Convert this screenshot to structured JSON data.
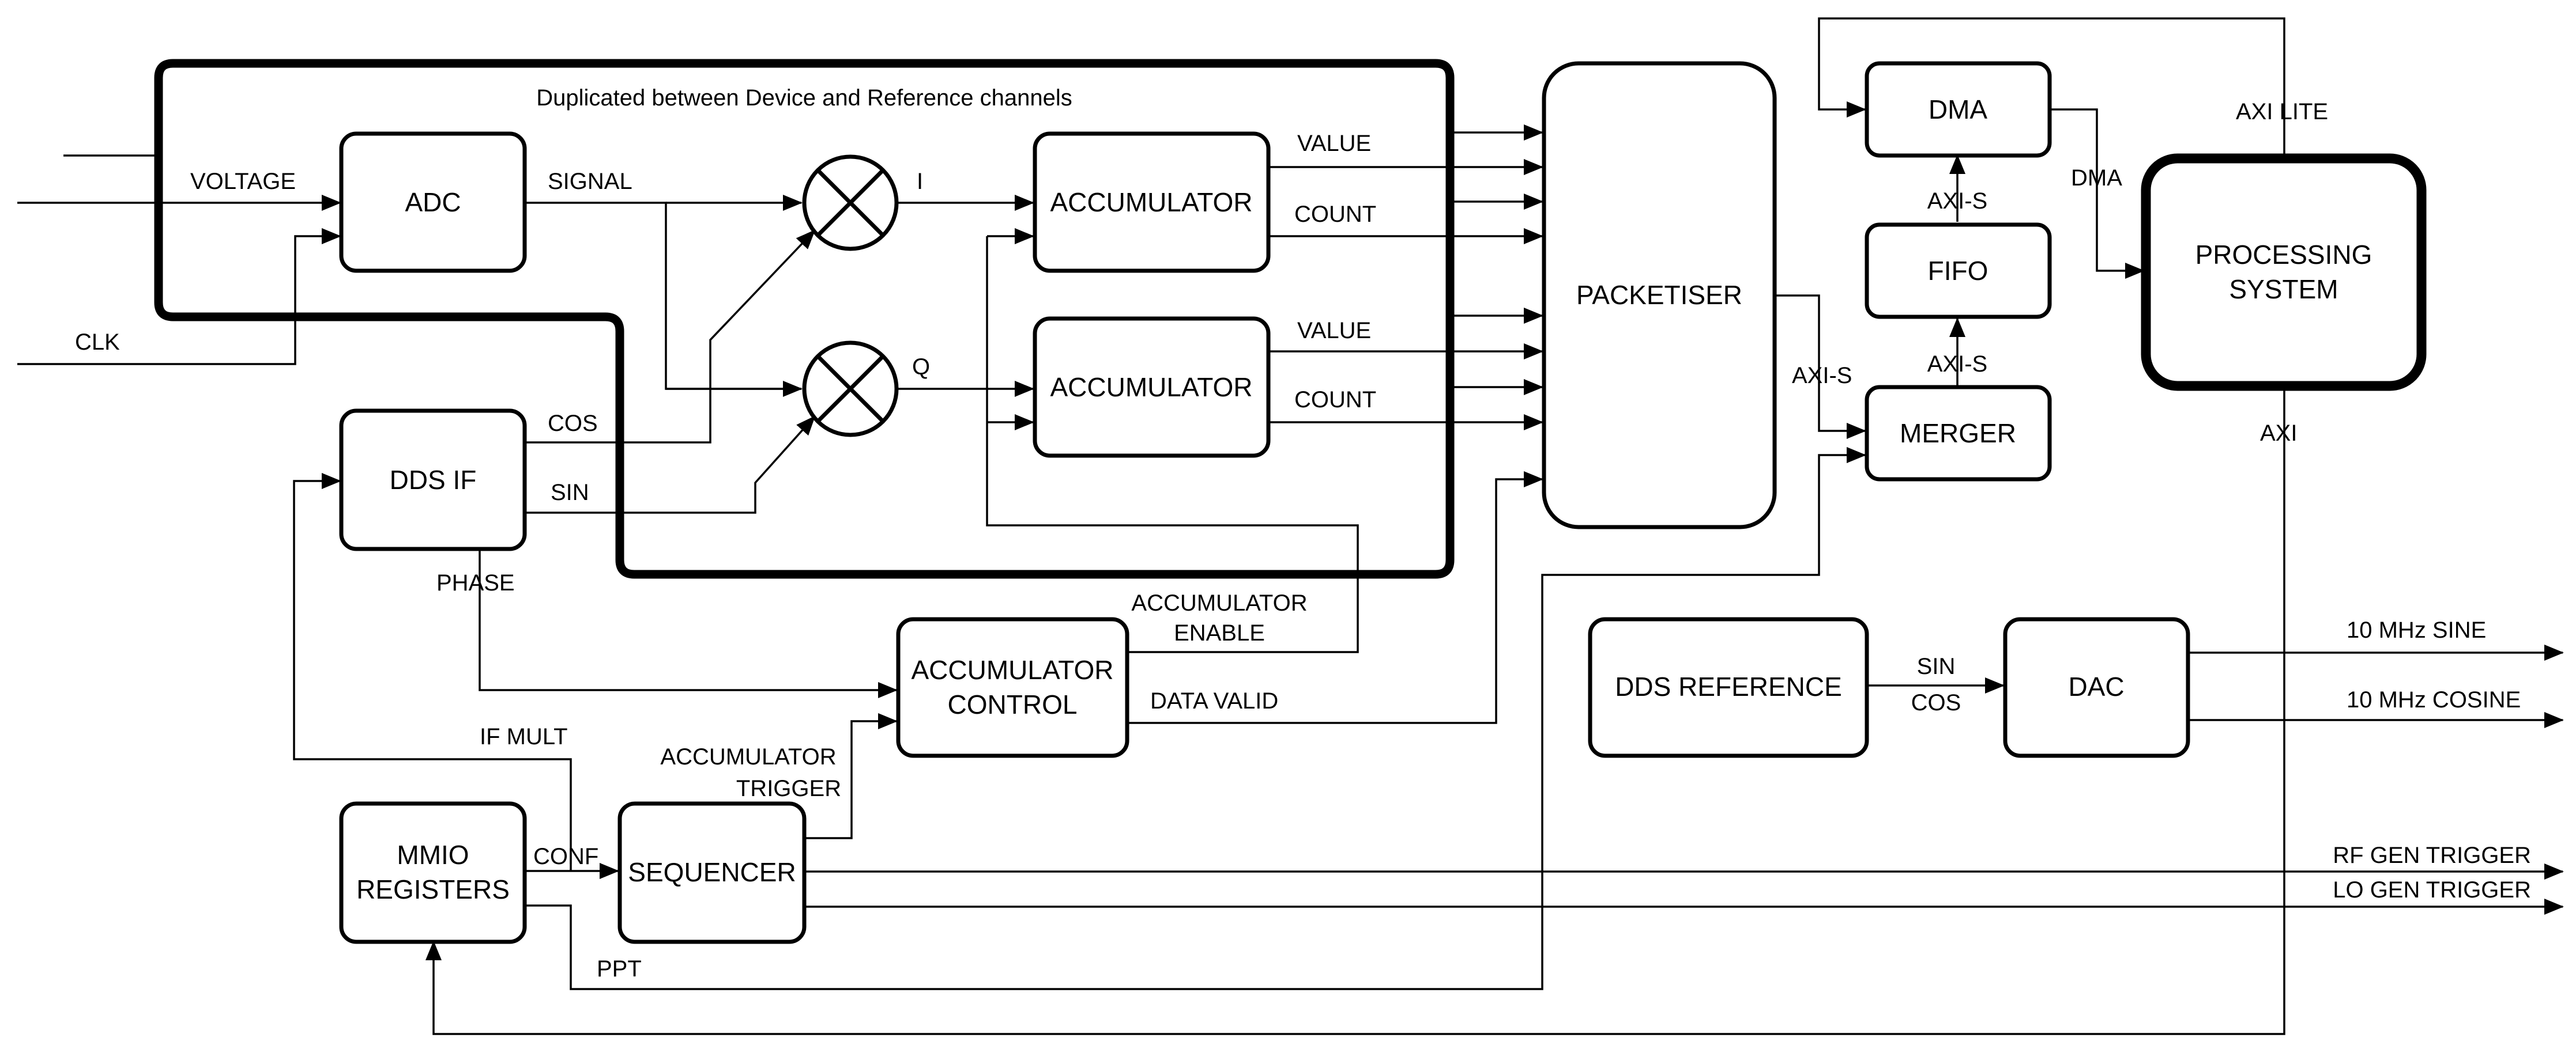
{
  "region_label": "Duplicated between Device and Reference channels",
  "blocks": {
    "adc": "ADC",
    "accumulator_i": "ACCUMULATOR",
    "accumulator_q": "ACCUMULATOR",
    "dds_if": "DDS IF",
    "packetiser": "PACKETISER",
    "dma": "DMA",
    "fifo": "FIFO",
    "merger": "MERGER",
    "processing_system": [
      "PROCESSING",
      "SYSTEM"
    ],
    "accumulator_control": [
      "ACCUMULATOR",
      "CONTROL"
    ],
    "dds_reference": "DDS REFERENCE",
    "dac": "DAC",
    "mmio_registers": [
      "MMIO",
      "REGISTERS"
    ],
    "sequencer": "SEQUENCER"
  },
  "signals": {
    "voltage": "VOLTAGE",
    "clk": "CLK",
    "signal": "SIGNAL",
    "i": "I",
    "q": "Q",
    "cos": "COS",
    "sin": "SIN",
    "value_1": "VALUE",
    "count_1": "COUNT",
    "value_2": "VALUE",
    "count_2": "COUNT",
    "phase": "PHASE",
    "accumulator_enable": [
      "ACCUMULATOR",
      "ENABLE"
    ],
    "data_valid": "DATA VALID",
    "if_mult": "IF MULT",
    "accumulator_trigger": [
      "ACCUMULATOR",
      "TRIGGER"
    ],
    "conf": "CONF",
    "ppt": "PPT",
    "axi_lite": "AXI LITE",
    "dma_link": "DMA",
    "axi_s_1": "AXI-S",
    "axi_s_2": "AXI-S",
    "axi_s_3": "AXI-S",
    "axi": "AXI",
    "sin_ref": "SIN",
    "cos_ref": "COS",
    "sine_10mhz": "10 MHz SINE",
    "cosine_10mhz": "10 MHz COSINE",
    "rf_gen_trigger": "RF GEN TRIGGER",
    "lo_gen_trigger": "LO GEN TRIGGER"
  }
}
